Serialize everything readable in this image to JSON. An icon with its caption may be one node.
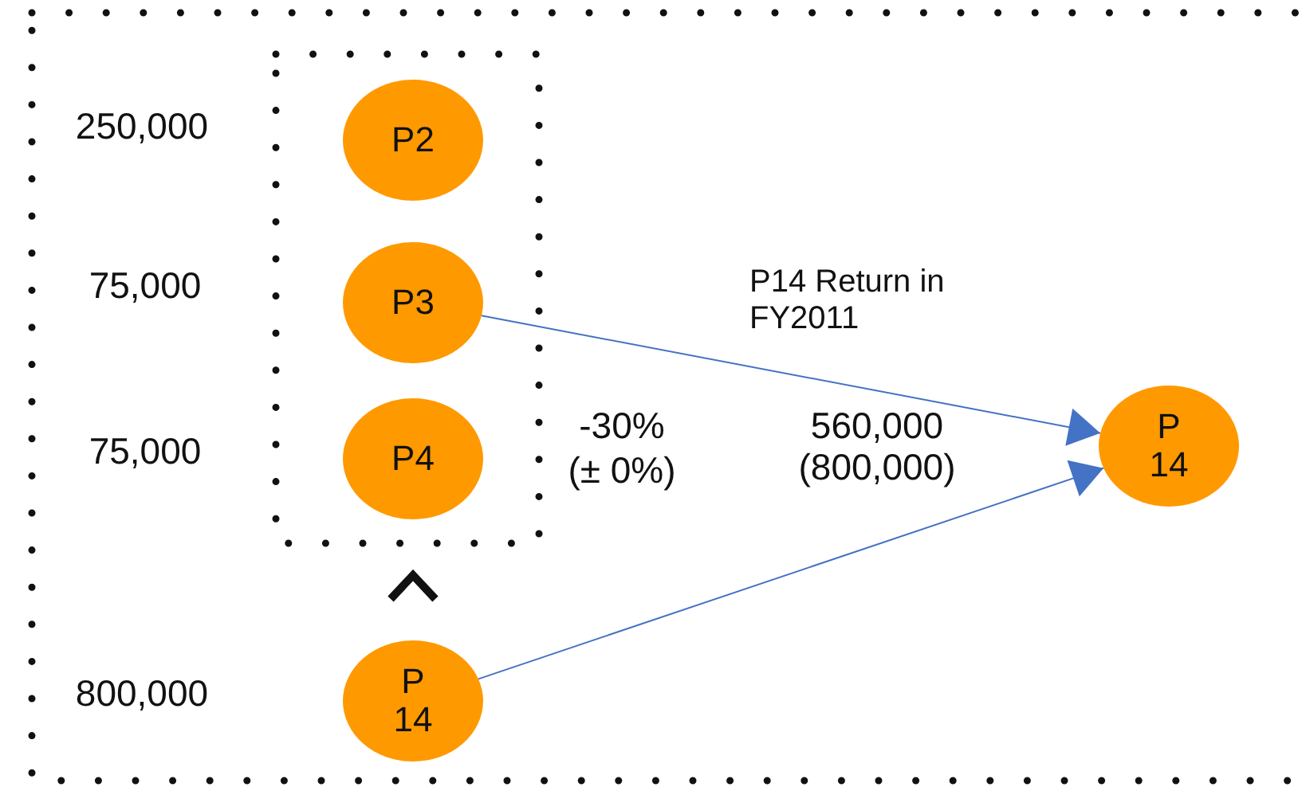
{
  "diagram": {
    "nodes": [
      {
        "text": [],
        "shape": "box"
      },
      {
        "text": [],
        "shape": "box",
        "in": 0
      },
      {
        "text": [
          "P2"
        ],
        "in": 1
      },
      {
        "text": [
          "P3"
        ],
        "in": 1
      },
      {
        "text": [
          "P4"
        ],
        "in": 1
      },
      {
        "text": [
          "P 14"
        ],
        "in": 0
      },
      {
        "text": [
          "P 14"
        ],
        "in": 0
      }
    ],
    "edges": [
      {
        "from": 3,
        "to": 6,
        "arrow": "to",
        "label": "P14 Return in FY2011"
      },
      {
        "from": 5,
        "to": 6,
        "arrow": "to"
      },
      {
        "from": 5,
        "to": 1,
        "arrow": "to",
        "style": "thick",
        "color": "#111111"
      }
    ],
    "labels": [
      "250,000",
      "75,000",
      "75,000",
      "-30%",
      "(± 0%)",
      "560,000 (800,000)",
      "800,000"
    ]
  }
}
